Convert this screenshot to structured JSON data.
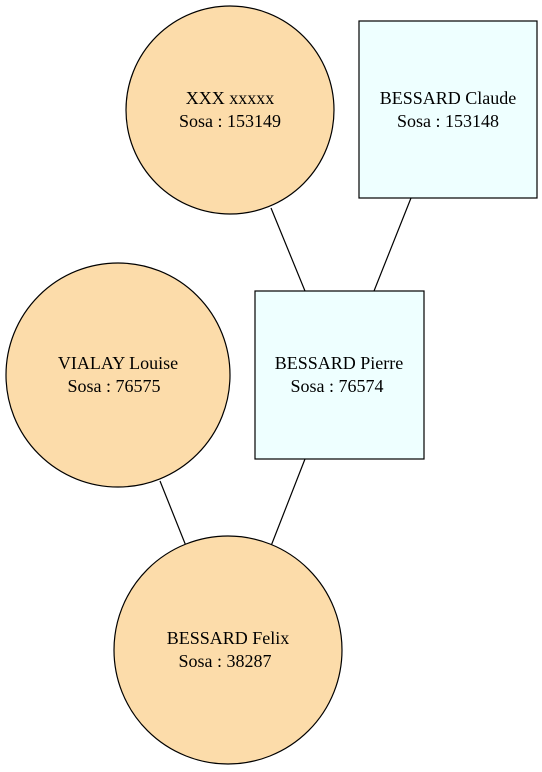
{
  "colors": {
    "female_fill": "#fcdcaa",
    "male_fill": "#eeffff",
    "stroke": "#000000",
    "background": "#ffffff"
  },
  "nodes": {
    "xxx": {
      "name": "XXX xxxxx",
      "sosa": "Sosa : 153149",
      "shape": "circle"
    },
    "claude": {
      "name": "BESSARD Claude",
      "sosa": "Sosa : 153148",
      "shape": "box"
    },
    "louise": {
      "name": "VIALAY Louise",
      "sosa": "Sosa : 76575",
      "shape": "circle"
    },
    "pierre": {
      "name": "BESSARD Pierre",
      "sosa": "Sosa : 76574",
      "shape": "box"
    },
    "felix": {
      "name": "BESSARD Felix",
      "sosa": "Sosa : 38287",
      "shape": "circle"
    }
  },
  "edges": [
    {
      "from": "xxx",
      "to": "pierre"
    },
    {
      "from": "claude",
      "to": "pierre"
    },
    {
      "from": "louise",
      "to": "felix"
    },
    {
      "from": "pierre",
      "to": "felix"
    }
  ]
}
